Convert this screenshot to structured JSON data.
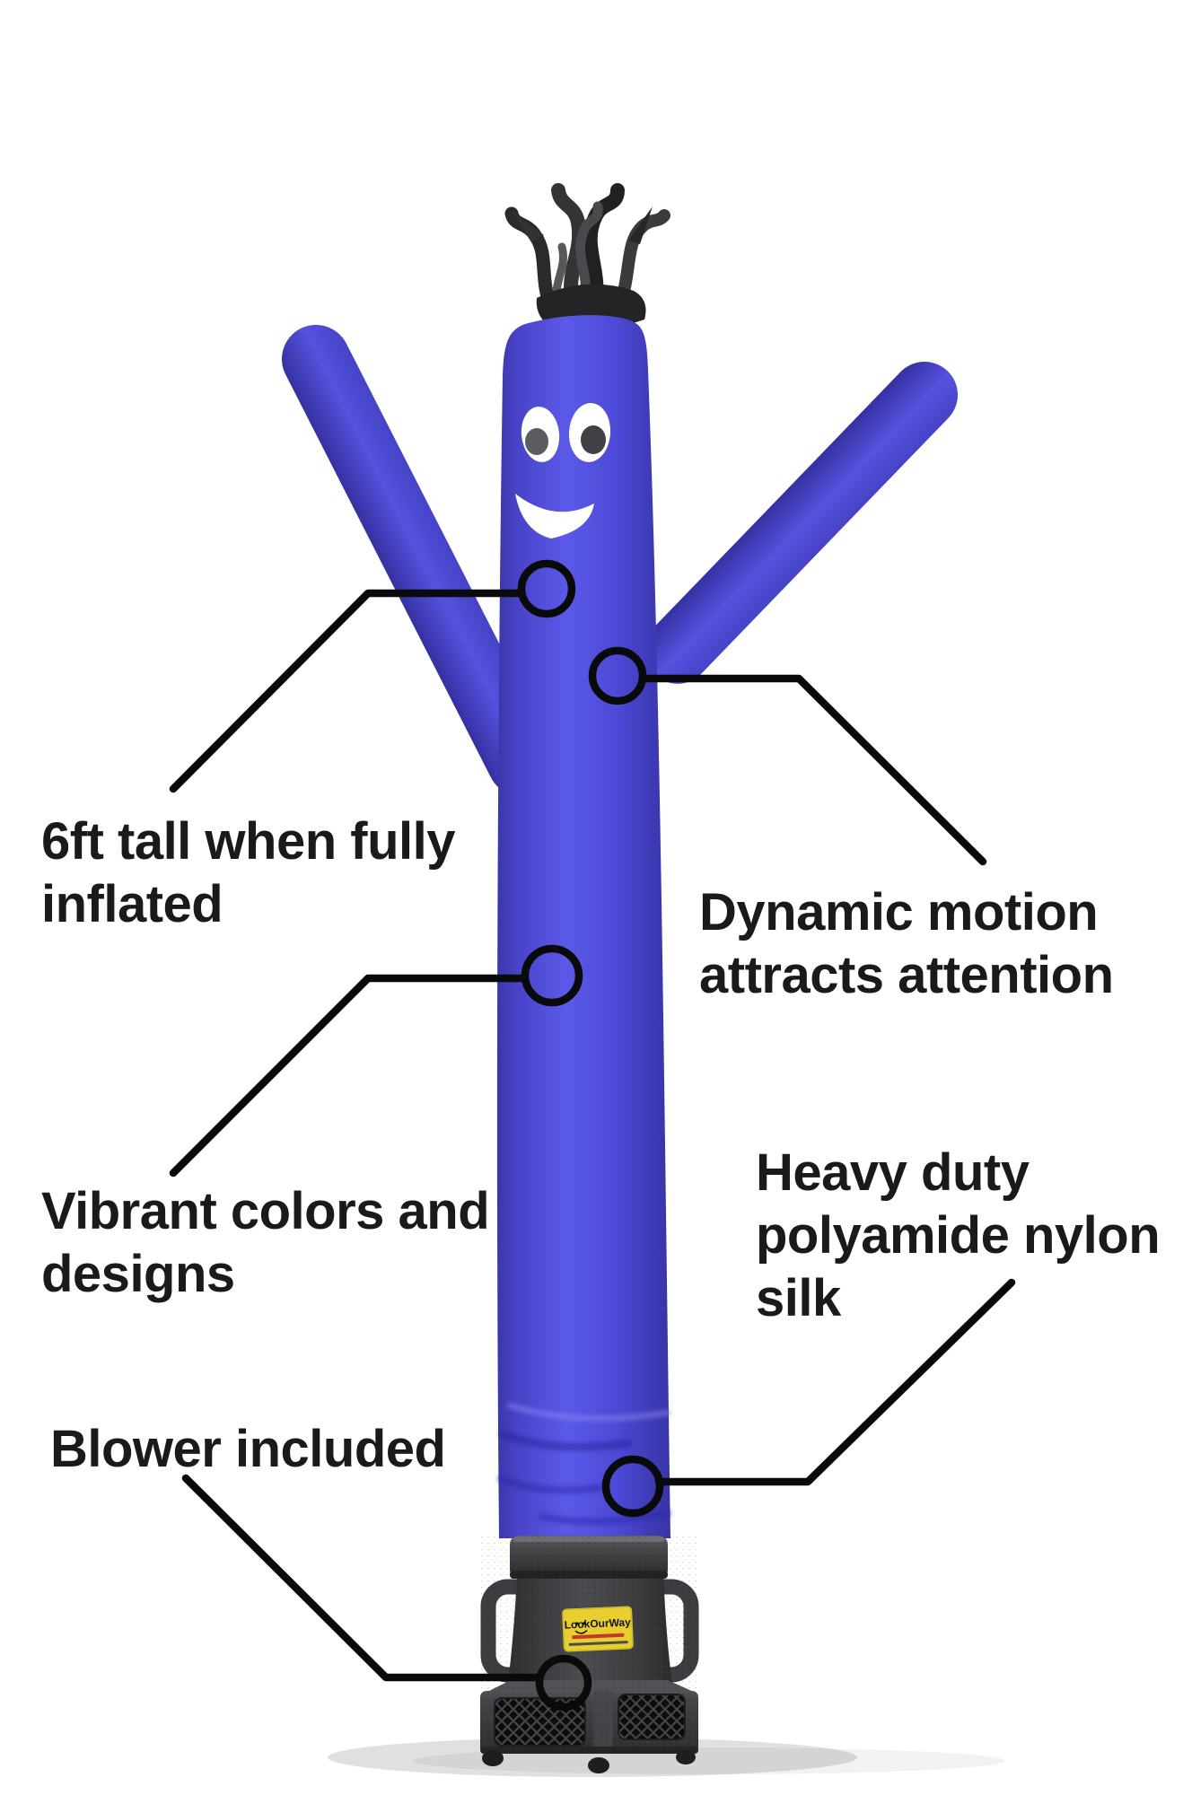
{
  "callouts": [
    {
      "id": "height",
      "lines": [
        "6ft tall when fully",
        "inflated"
      ]
    },
    {
      "id": "motion",
      "lines": [
        "Dynamic motion",
        "attracts attention"
      ]
    },
    {
      "id": "vibrance",
      "lines": [
        "Vibrant colors and",
        "designs"
      ]
    },
    {
      "id": "material",
      "lines": [
        "Heavy duty",
        "polyamide nylon",
        "silk"
      ]
    },
    {
      "id": "blower",
      "lines": [
        "Blower included"
      ]
    }
  ],
  "blower": {
    "brand_label": "LookOurWay"
  },
  "colors": {
    "background": "#ffffff",
    "tube_blue": "#4B48D2",
    "tube_blue_dark": "#3A37AF",
    "tube_blue_light": "#5C5AE6",
    "callout_black": "#0a0a0a",
    "text_black": "#1a1a1a",
    "tassel_gray": "#2c2c2f",
    "blower_gray": "#404044",
    "mesh_black": "#0c0c0e",
    "label_yellow": "#e8cf2f",
    "label_tagline_red": "#c23a28",
    "eye_white": "#ffffff",
    "eye_pupil": "#45464a"
  }
}
